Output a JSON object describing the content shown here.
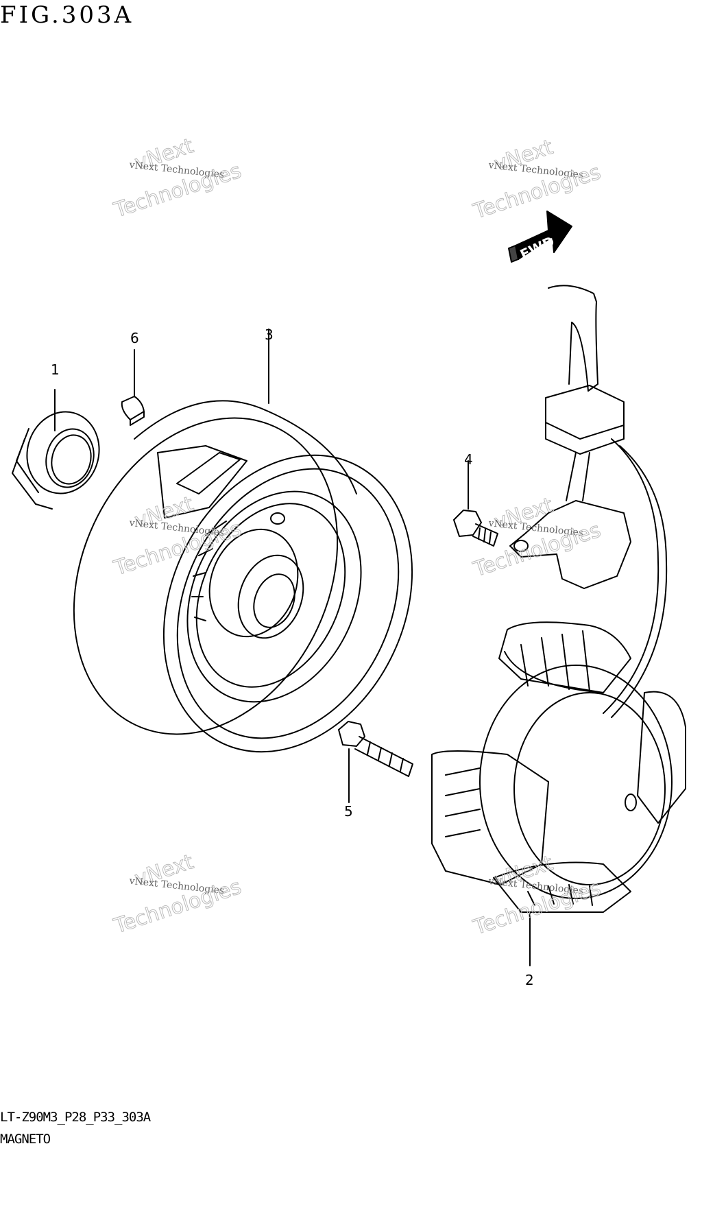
{
  "figure": {
    "title": "FIG.303A"
  },
  "footer": {
    "model_code": "LT-Z90M3_P28_P33_303A",
    "name": "MAGNETO"
  },
  "direction_arrow": {
    "label": "FWD"
  },
  "callouts": {
    "part_1": "1",
    "part_2": "2",
    "part_3": "3",
    "part_4": "4",
    "part_5": "5",
    "part_6": "6"
  },
  "watermark": {
    "line1": "vNext",
    "line2": "vNext Technologies",
    "line3": "Technologies"
  }
}
